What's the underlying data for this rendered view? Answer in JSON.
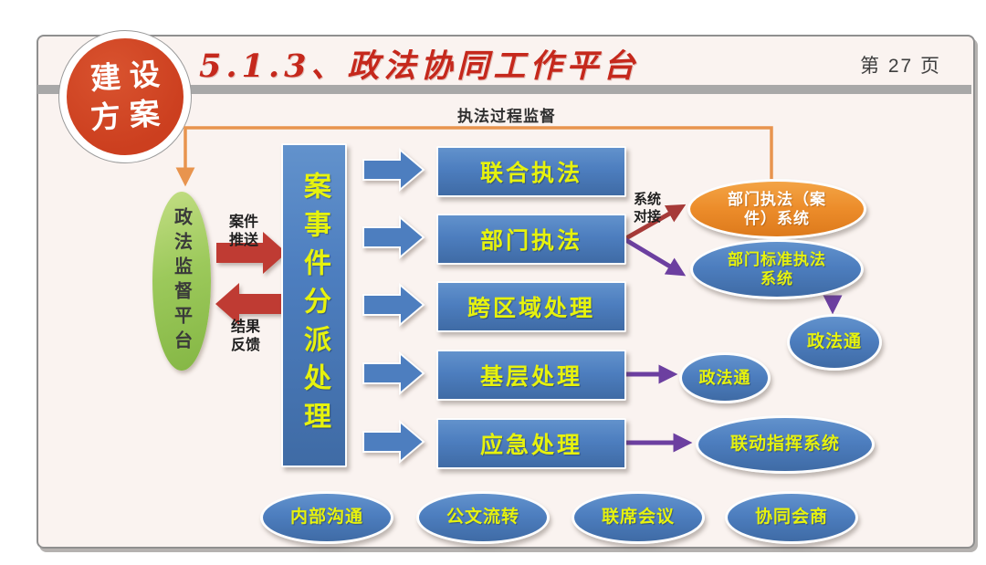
{
  "slide": {
    "badge": {
      "line1": "建设",
      "line2": "方案"
    },
    "title": "5.1.3、政法协同工作平台",
    "page": "第 27 页"
  },
  "diagram": {
    "top_label": "执法过程监督",
    "source_label": "政法监督平台",
    "case_push": [
      "案件",
      "推送"
    ],
    "result_feedback": [
      "结果",
      "反馈"
    ],
    "dispatcher_label": "案事件分派处理",
    "rows": [
      {
        "label": "联合执法"
      },
      {
        "label": "部门执法"
      },
      {
        "label": "跨区域处理"
      },
      {
        "label": "基层处理"
      },
      {
        "label": "应急处理"
      }
    ],
    "system_connect": [
      "系统",
      "对接"
    ],
    "dept_case_system": [
      "部门执法（案",
      "件）系统"
    ],
    "standard_system": [
      "部门标准执法",
      "系统"
    ],
    "zhengfatong_upper": "政法通",
    "zhengfatong_mid": "政法通",
    "command_system": "联动指挥系统",
    "bottom_items": [
      "内部沟通",
      "公文流转",
      "联席会议",
      "协同会商"
    ]
  },
  "colors": {
    "accent_blue": "#4d7ebf",
    "accent_orange": "#ec8c2a",
    "accent_green": "#9cc95b",
    "arrow_red": "#bf3b33",
    "arrow_dark_red": "#a63a38",
    "arrow_purple": "#6c3fa0",
    "connector_orange": "#e8944e",
    "label_yellow": "#e6f20e",
    "title_red": "#c5281c"
  }
}
